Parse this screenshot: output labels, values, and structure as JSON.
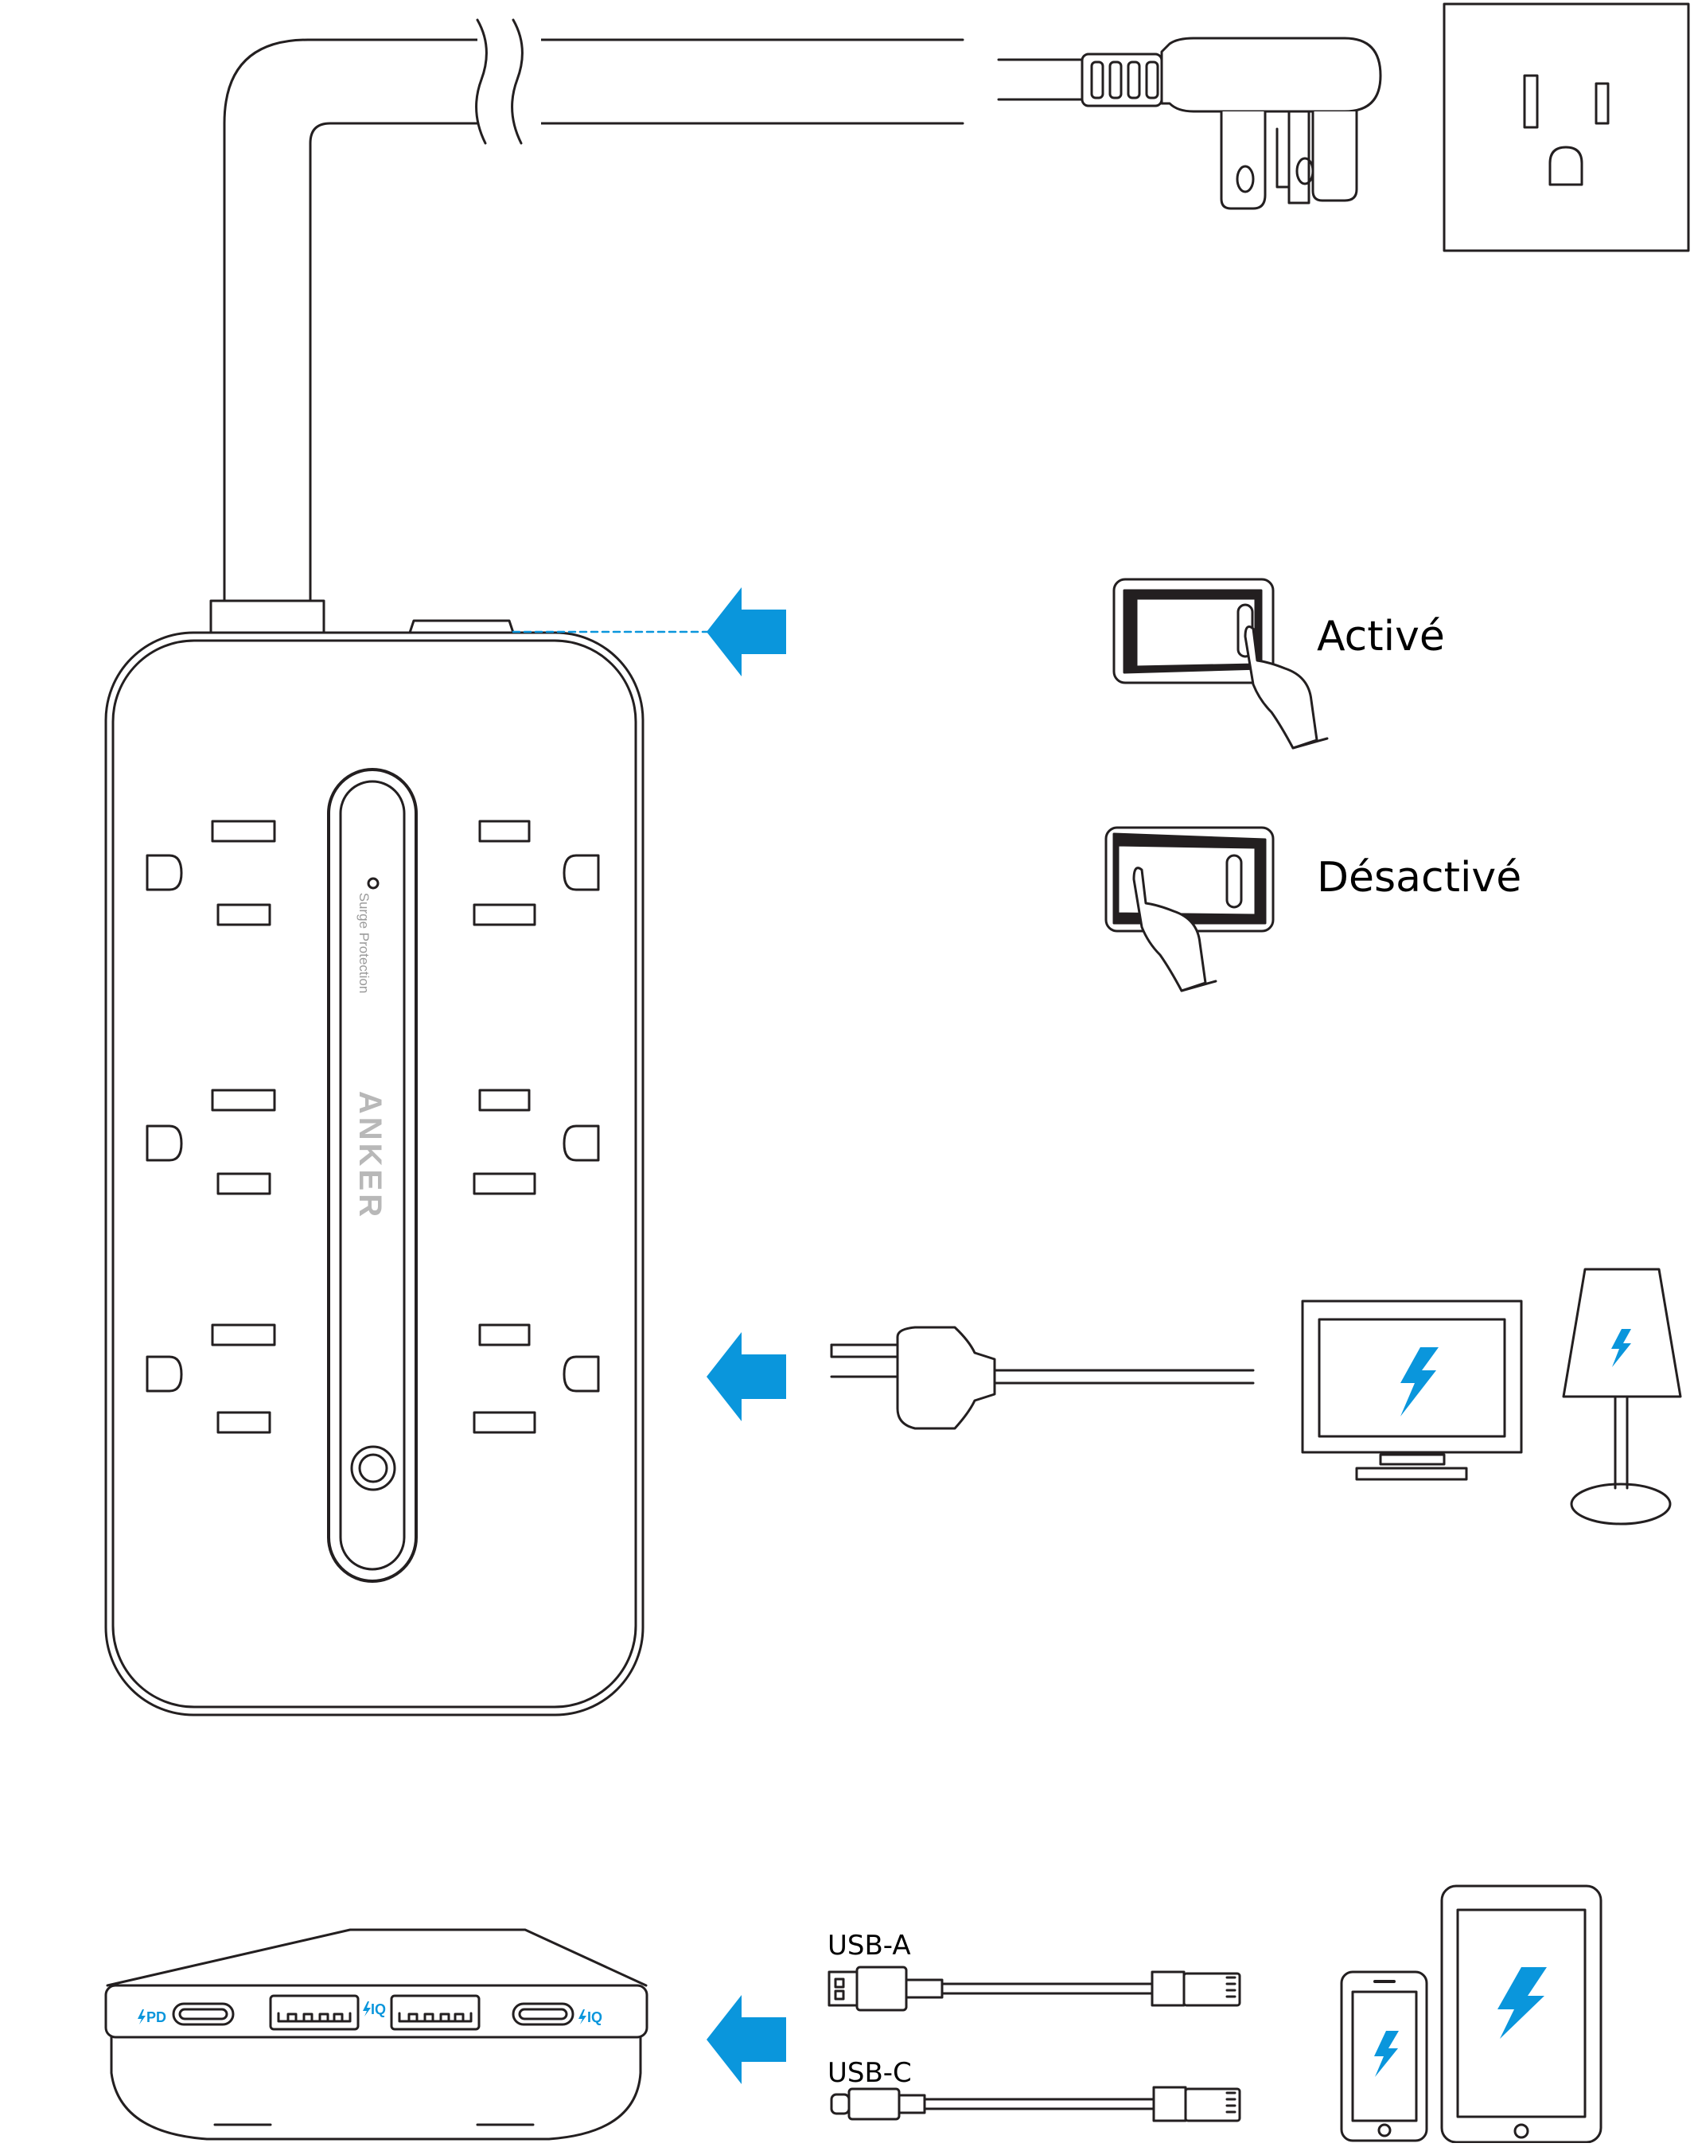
{
  "labels": {
    "on": "Activé",
    "off": "Désactivé",
    "usb_a": "USB-A",
    "usb_c": "USB-C"
  },
  "strip": {
    "brand": "ANKER",
    "indicator": "Surge Protection"
  },
  "ports": {
    "pd": "PD",
    "iq_1": "IQ",
    "iq_2": "IQ"
  },
  "colors": {
    "accent": "#0a96dc",
    "line": "#231f20"
  },
  "icons": [
    "wall-outlet-icon",
    "plug-icon",
    "rocker-switch-icon",
    "hand-pointer-icon",
    "arrow-left-icon",
    "monitor-icon",
    "lamp-icon",
    "lightning-icon",
    "phone-icon",
    "tablet-icon",
    "usb-a-cable-icon",
    "usb-c-cable-icon"
  ]
}
